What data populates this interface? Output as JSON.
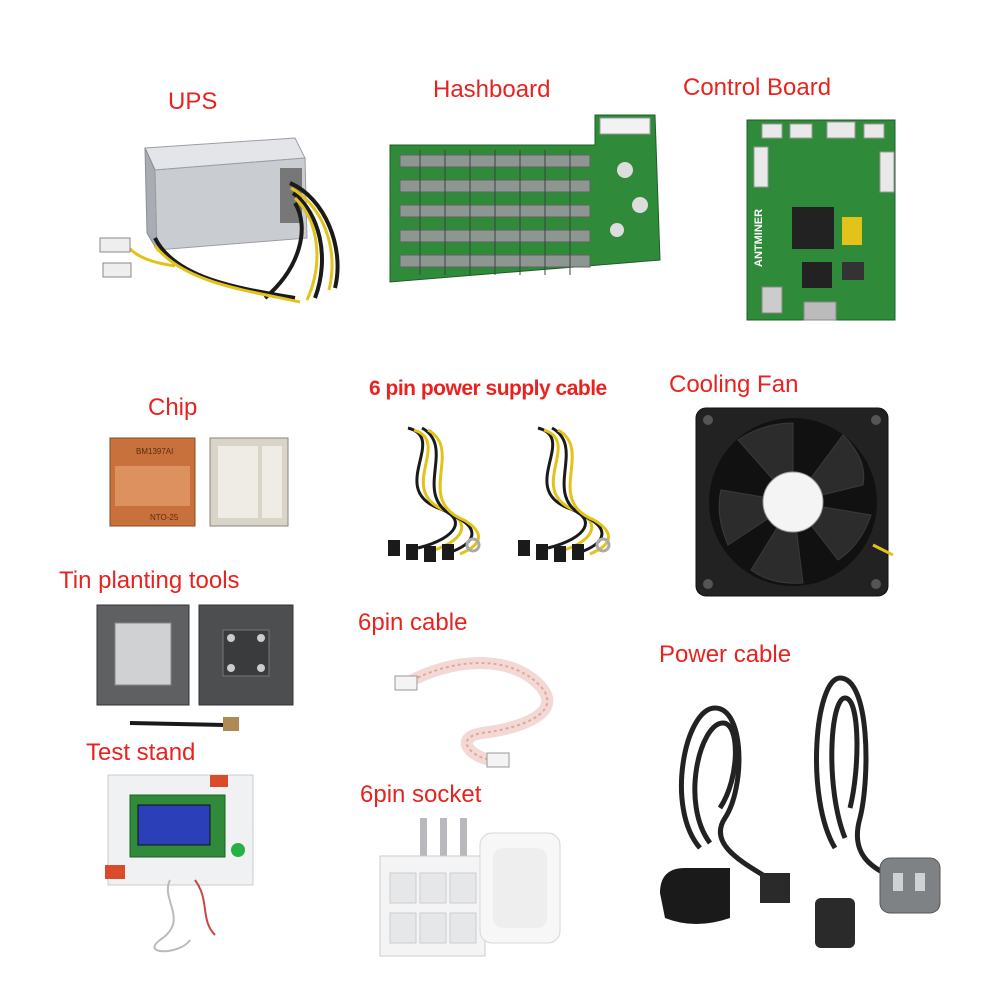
{
  "labels": {
    "ups": "UPS",
    "hashboard": "Hashboard",
    "control_board": "Control Board",
    "chip": "Chip",
    "six_pin_power_supply_cable": "6 pin power supply cable",
    "cooling_fan": "Cooling Fan",
    "tin_planting_tools": "Tin planting tools",
    "six_pin_cable": "6pin cable",
    "power_cable": "Power cable",
    "test_stand": "Test stand",
    "six_pin_socket": "6pin socket"
  },
  "printed_marks": {
    "chip_top": "BM1397AI",
    "chip_bottom": "NTO-25",
    "board_brand": "ANTMINER"
  },
  "colors": {
    "label_red": "#e8231f",
    "pcb_green": "#2f8a3a",
    "cable_yellow": "#e3c21a",
    "cable_black": "#1a1a1a",
    "psu_silver": "#c9ccd1",
    "copper": "#c9713d",
    "lcd_blue": "#2b3fb8"
  }
}
